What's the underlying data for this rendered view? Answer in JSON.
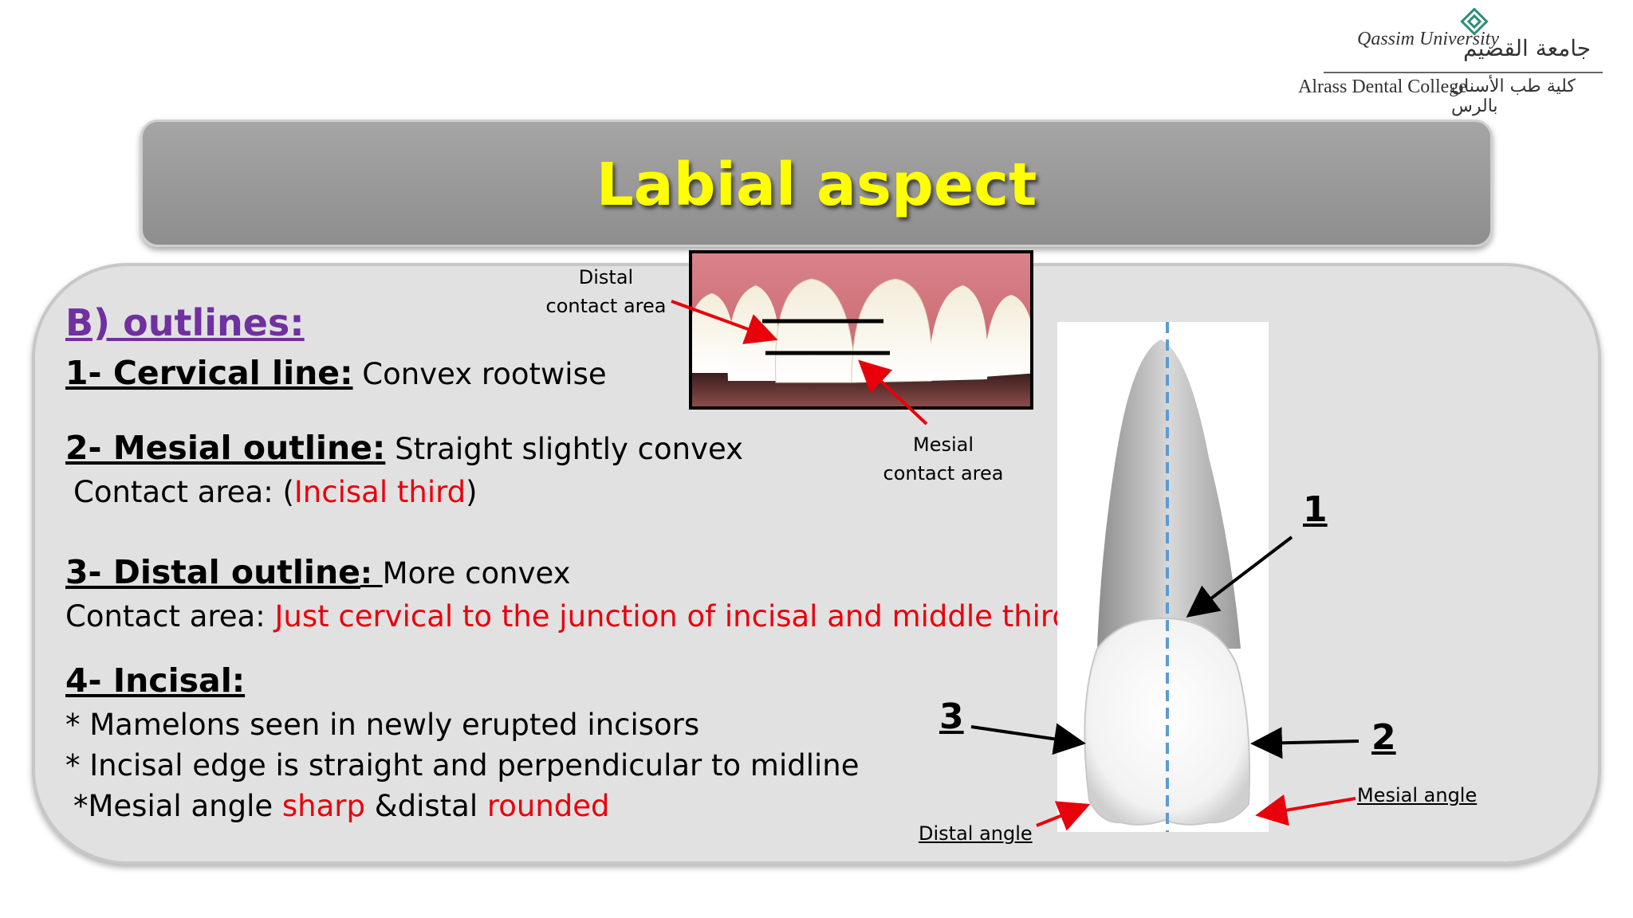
{
  "logo": {
    "university_en": "Qassim University",
    "university_ar": "جامعة القصيم",
    "college_en": "Alrass Dental College",
    "college_ar": "كلية طب الأسنان بالرس"
  },
  "title": "Labial aspect",
  "section_heading": "B) outlines:",
  "items": {
    "cervical": {
      "label": "1- Cervical line:",
      "text": " Convex rootwise"
    },
    "mesial": {
      "label": "2- Mesial outline:",
      "text": " Straight slightly convex",
      "contact_prefix": "Contact area: (",
      "contact_value": "Incisal third",
      "contact_suffix": ")"
    },
    "distal": {
      "label": "3- Distal outline",
      "label_colon": ": ",
      "text": "More convex",
      "contact_prefix": "Contact area: ",
      "contact_value": "Just cervical to the junction of incisal and middle thirds"
    },
    "incisal": {
      "label": "4- Incisal:",
      "line1": "* Mamelons seen in newly erupted incisors",
      "line2": "* Incisal edge is straight and perpendicular to midline",
      "line3_a": "*Mesial angle ",
      "line3_b": "sharp",
      "line3_c": " &distal ",
      "line3_d": "rounded"
    }
  },
  "photo_labels": {
    "distal_1": "Distal",
    "distal_2": "contact area",
    "mesial_1": "Mesial",
    "mesial_2": "contact area"
  },
  "diagram_labels": {
    "n1": "1",
    "n2": "2",
    "n3": "3",
    "mesial_angle": "Mesial angle",
    "distal_angle": "Distal angle"
  },
  "colors": {
    "title_yellow": "#ffff00",
    "heading_purple": "#7030a0",
    "emphasis_red": "#e8000b",
    "midline_blue": "#5b9bd5"
  }
}
